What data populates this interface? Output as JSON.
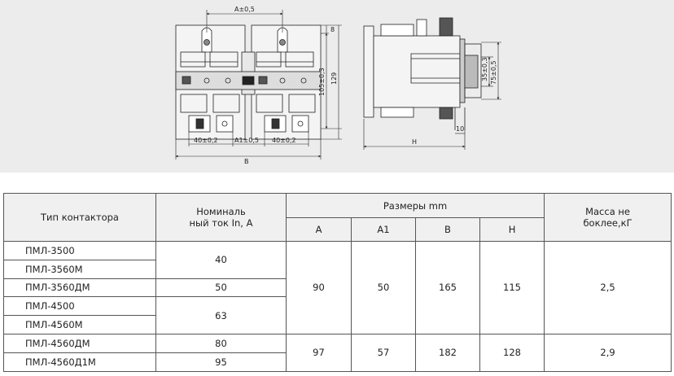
{
  "drawing": {
    "front_view": {
      "dim_A": "A±0,5",
      "dim_8": "8",
      "dim_105": "105±0,3",
      "dim_129": "129",
      "dim_40_left": "40±0,2",
      "dim_A1": "A1±0,5",
      "dim_40_right": "40±0,2",
      "dim_B": "B"
    },
    "side_view": {
      "dim_35": "35±0,3",
      "dim_75": "75±0,5",
      "dim_10": "10",
      "dim_H": "H"
    }
  },
  "table": {
    "headers": {
      "type": "Тип контактора",
      "current_line1": "Номиналь",
      "current_line2": "ный ток In, A",
      "dims": "Размеры  mm",
      "dim_A": "A",
      "dim_A1": "A1",
      "dim_B": "B",
      "dim_H": "H",
      "mass_line1": "Масса не",
      "mass_line2": "боклее,кГ"
    },
    "rows": [
      {
        "name": "ПМЛ-3500"
      },
      {
        "name": "ПМЛ-3560М"
      },
      {
        "name": "ПМЛ-3560ДМ"
      },
      {
        "name": "ПМЛ-4500"
      },
      {
        "name": "ПМЛ-4560М"
      },
      {
        "name": "ПМЛ-4560ДМ"
      },
      {
        "name": "ПМЛ-4560Д1М"
      }
    ],
    "current": {
      "g1": "40",
      "g2": "50",
      "g3": "63",
      "g4": "80",
      "g5": "95"
    },
    "group1": {
      "A": "90",
      "A1": "50",
      "B": "165",
      "H": "115",
      "mass": "2,5"
    },
    "group2": {
      "A": "97",
      "A1": "57",
      "B": "182",
      "H": "128",
      "mass": "2,9"
    }
  }
}
